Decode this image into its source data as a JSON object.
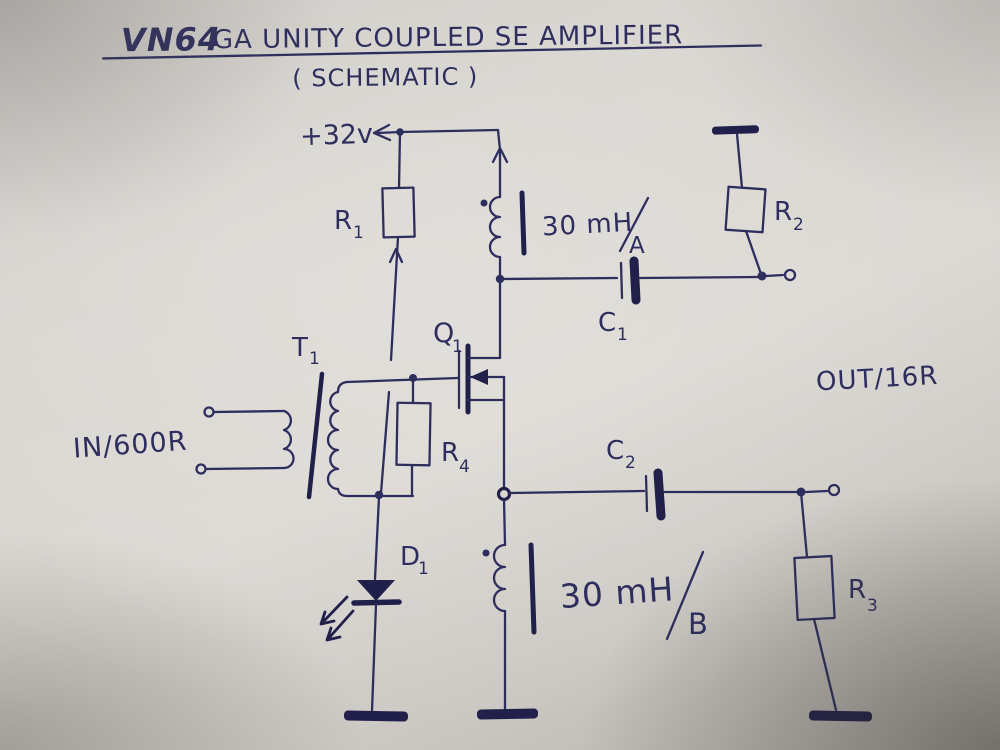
{
  "colors": {
    "ink": "#2e2e5e",
    "ink_dark": "#20204a",
    "paper": "#d6d3ce"
  },
  "title": {
    "bold": "VN64",
    "rest": "GA UNITY COUPLED SE AMPLIFIER",
    "subtitle": "( SCHEMATIC )"
  },
  "labels": {
    "supply": "+32v",
    "input": "IN/600R",
    "output": "OUT/16R"
  },
  "refs": {
    "r1": {
      "letter": "R",
      "sub": "1"
    },
    "r2": {
      "letter": "R",
      "sub": "2"
    },
    "r3": {
      "letter": "R",
      "sub": "3"
    },
    "r4": {
      "letter": "R",
      "sub": "4"
    },
    "c1": {
      "letter": "C",
      "sub": "1"
    },
    "c2": {
      "letter": "C",
      "sub": "2"
    },
    "q1": {
      "letter": "Q",
      "sub": "1"
    },
    "t1": {
      "letter": "T",
      "sub": "1"
    },
    "d1": {
      "letter": "D",
      "sub": "1"
    }
  },
  "inductors": {
    "a": {
      "value": "30 mH",
      "tap": "A"
    },
    "b": {
      "value": "30 mH",
      "tap": "B"
    }
  }
}
